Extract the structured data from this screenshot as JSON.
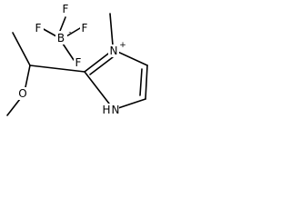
{
  "structure": {
    "atoms": {
      "boron": "B",
      "fluorine_1": "F",
      "fluorine_2": "F",
      "fluorine_3": "F",
      "fluorine_4": "F",
      "oxygen": "O",
      "ring_nitrogen_charged": "N",
      "ring_nitrogen_h": "N",
      "hydrogen_on_n": "H"
    },
    "charges": {
      "boron": "-",
      "nitrogen": "+"
    }
  },
  "colors": {
    "line": "#000000",
    "text": "#000000",
    "background": "#ffffff"
  }
}
